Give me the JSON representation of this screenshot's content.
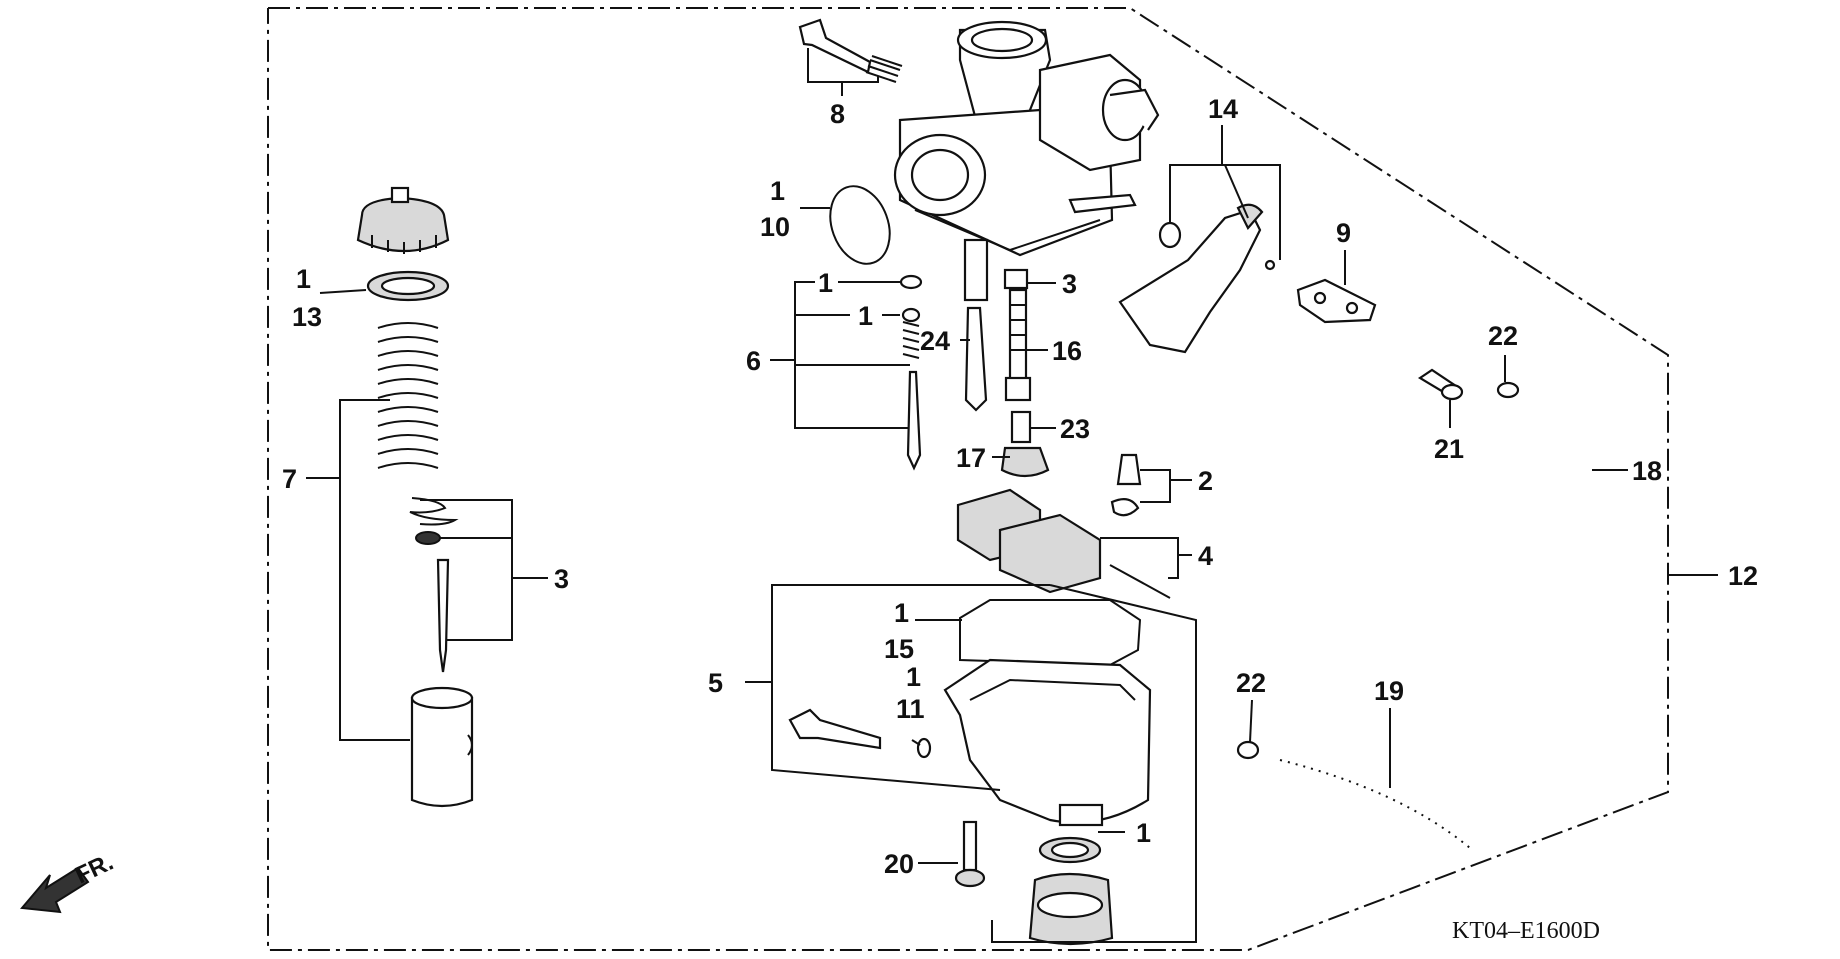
{
  "diagram": {
    "code": "KT04–E1600D",
    "front_label": "FR.",
    "callouts": {
      "c1_o10": "1",
      "c10": "10",
      "c1_o13": "1",
      "c13": "13",
      "c1_o15": "1",
      "c15": "15",
      "c1_o11": "1",
      "c11": "11",
      "c1_a": "1",
      "c1_b": "1",
      "c1_c": "1",
      "c2": "2",
      "c3_left": "3",
      "c3_top": "3",
      "c4": "4",
      "c5": "5",
      "c6": "6",
      "c7": "7",
      "c8": "8",
      "c9": "9",
      "c12": "12",
      "c14": "14",
      "c16": "16",
      "c17": "17",
      "c18": "18",
      "c19": "19",
      "c20": "20",
      "c21": "21",
      "c22_top": "22",
      "c22_bottom": "22",
      "c23": "23",
      "c24": "24"
    }
  }
}
